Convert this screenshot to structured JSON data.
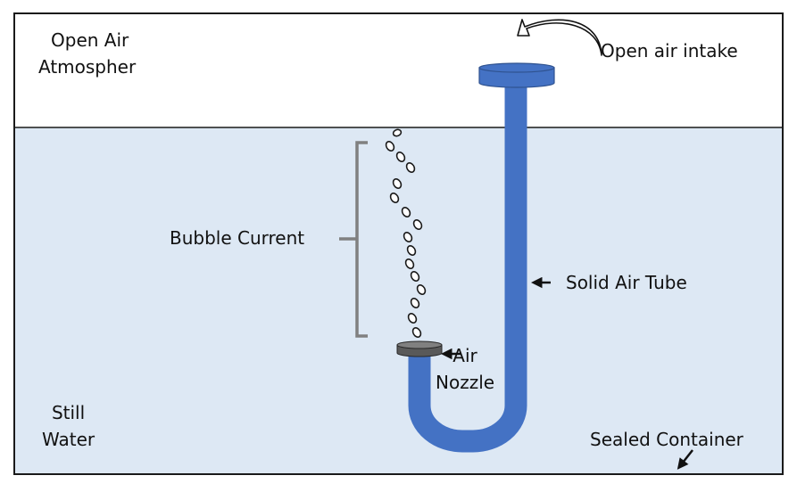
{
  "labels": {
    "atmosphere_line1": "Open Air",
    "atmosphere_line2": "Atmospher",
    "intake": "Open air intake",
    "bubble_current": "Bubble Current",
    "air_tube": "Solid Air Tube",
    "nozzle_line1": "Air",
    "nozzle_line2": "Nozzle",
    "still_water_line1": "Still",
    "still_water_line2": "Water",
    "sealed_container": "Sealed Container"
  },
  "colors": {
    "water": "#dde8f4",
    "air": "#ffffff",
    "tube": "#4472c4",
    "tube_outline": "#2f528f",
    "nozzle": "#595959",
    "bracket": "#808080",
    "outline": "#1a1a1a"
  },
  "icons": {
    "intake_arrow": "curved-arrow-icon",
    "pointer_arrow": "arrow-icon"
  }
}
